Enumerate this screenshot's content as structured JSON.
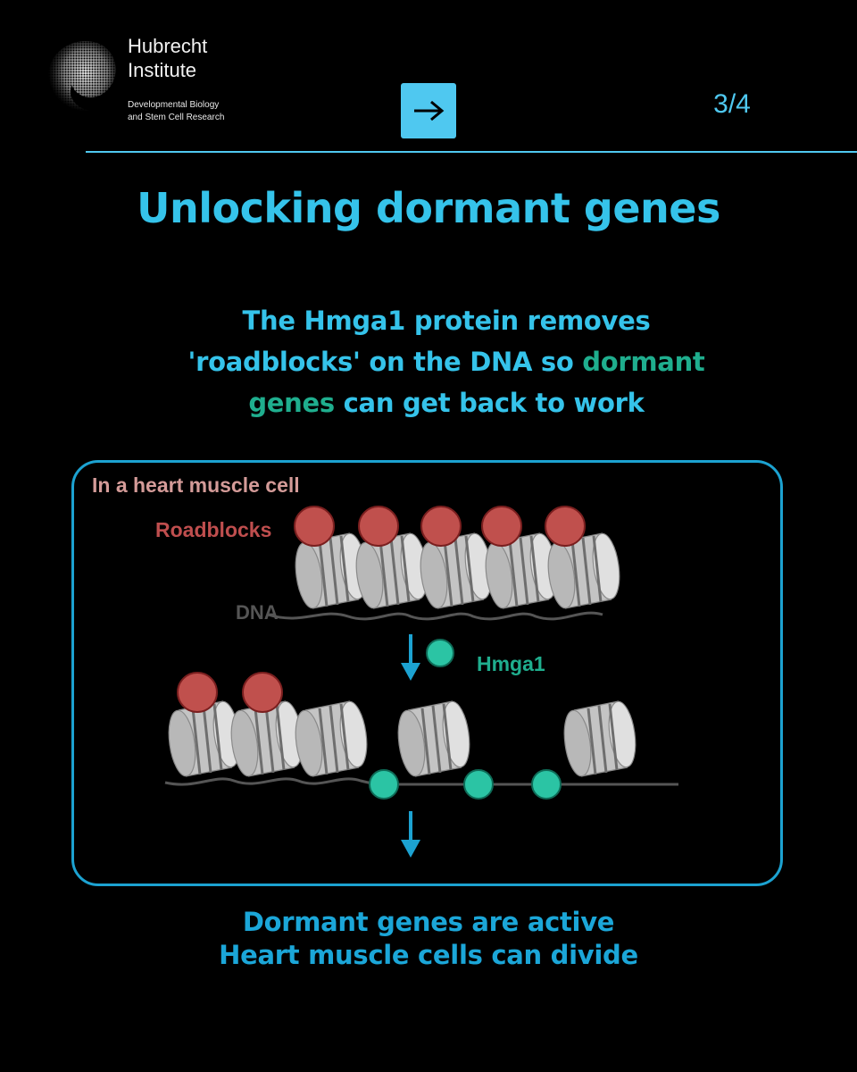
{
  "header": {
    "org_name_line1": "Hubrecht",
    "org_name_line2": "Institute",
    "org_sub_line1": "Developmental Biology",
    "org_sub_line2": "and Stem Cell Research",
    "next_icon": "arrow-right-icon",
    "page_indicator": "3/4"
  },
  "title": "Unlocking dormant genes",
  "subtitle": {
    "line1": "The Hmga1 protein removes",
    "line2_a": "'roadblocks' on the DNA so ",
    "line2_b": "dormant",
    "line3_a": "genes",
    "line3_b": " can get back to work"
  },
  "diagram": {
    "panel_label": "In a heart muscle cell",
    "roadblocks_label": "Roadblocks",
    "dna_label": "DNA",
    "hmga1_label": "Hmga1",
    "colors": {
      "accent": "#35c3ea",
      "roadblock": "#c0504d",
      "hmga1": "#2bc4a4",
      "nucleosome": "#c8c8c8",
      "dna": "#555555"
    }
  },
  "result": {
    "line1": "Dormant genes are active",
    "line2": "Heart muscle cells can divide"
  }
}
